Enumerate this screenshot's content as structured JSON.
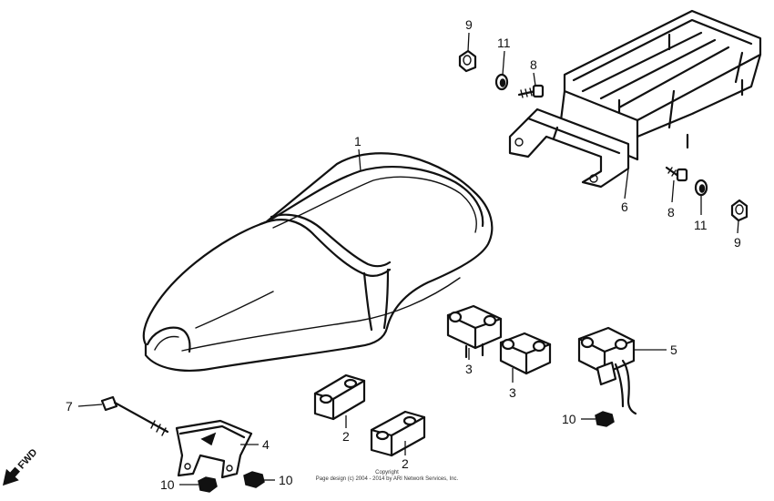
{
  "callouts": {
    "c1": "1",
    "c2a": "2",
    "c2b": "2",
    "c3a": "3",
    "c3b": "3",
    "c4": "4",
    "c5": "5",
    "c6": "6",
    "c7": "7",
    "c8a": "8",
    "c8b": "8",
    "c9a": "9",
    "c9b": "9",
    "c10a": "10",
    "c10b": "10",
    "c10c": "10",
    "c11a": "11",
    "c11b": "11"
  },
  "copyright": {
    "line1": "Copyright",
    "line2": "Page design (c) 2004 - 2014 by ARI Network Services, Inc."
  },
  "direction_label": "FWD",
  "icons": [
    "fwd-arrow-icon"
  ]
}
